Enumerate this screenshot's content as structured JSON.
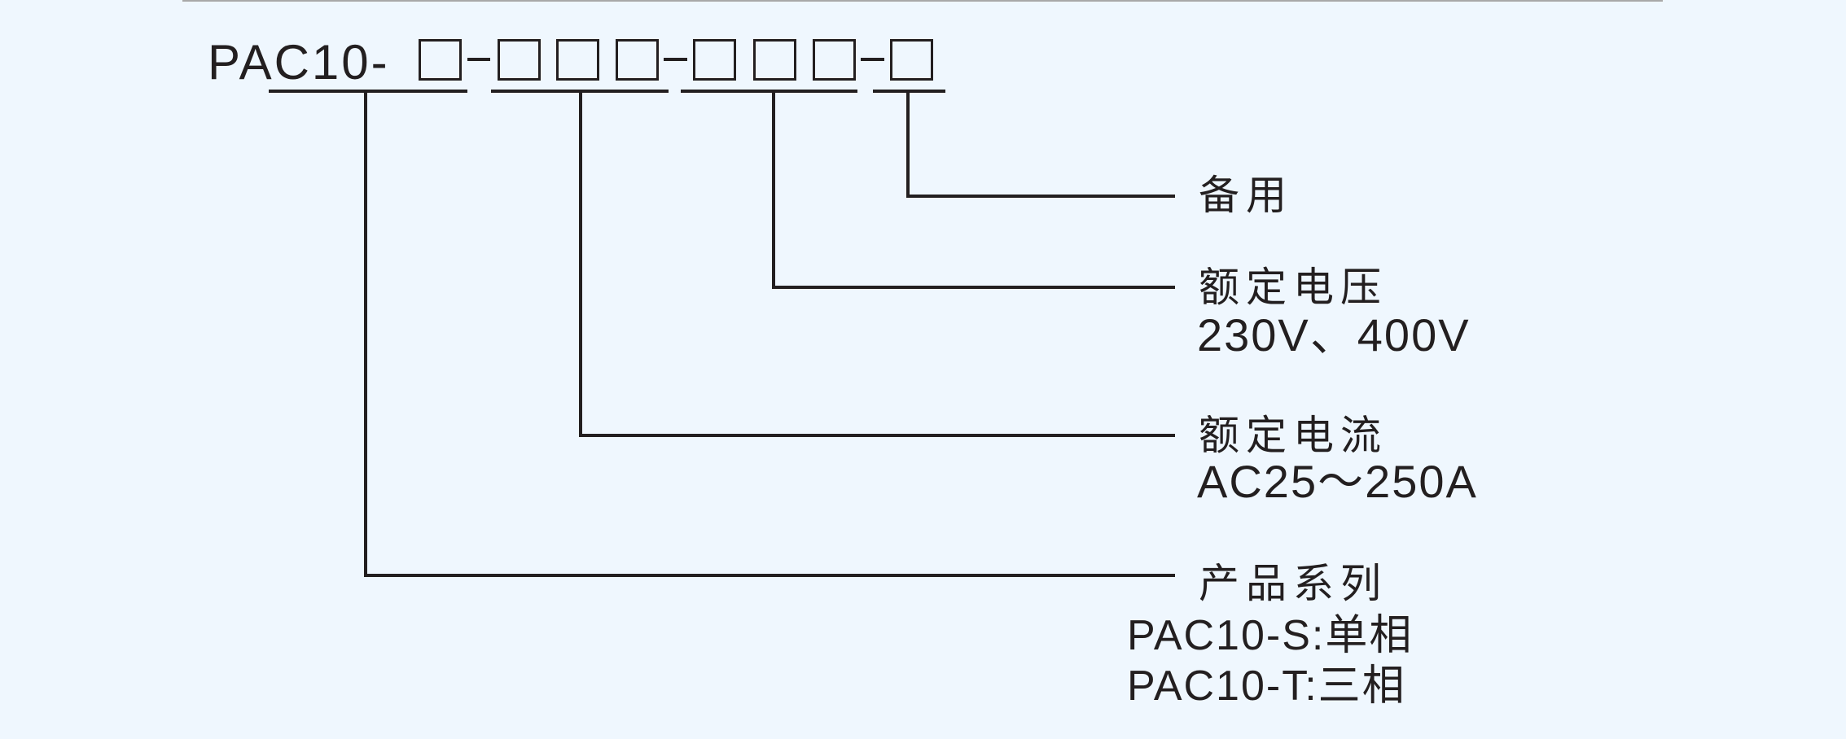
{
  "diagram": {
    "title_prefix": "PAC10-",
    "code_groups": [
      {
        "id": "series",
        "boxes": 1
      },
      {
        "id": "rated_current",
        "boxes": 3
      },
      {
        "id": "rated_voltage",
        "boxes": 3
      },
      {
        "id": "reserve",
        "boxes": 1
      }
    ],
    "separator": "-",
    "fields": {
      "reserve": {
        "label": "备用"
      },
      "rated_voltage": {
        "label": "额定电压",
        "value": "230V、400V"
      },
      "rated_current": {
        "label": "额定电流",
        "value": "AC25～250A"
      },
      "series": {
        "label": "产品系列",
        "options": [
          "PAC10-S:单相",
          "PAC10-T:三相"
        ]
      }
    },
    "colors": {
      "background": "#eff7fe",
      "ink": "#231f20",
      "top_rule": "#a8a8a8"
    }
  }
}
